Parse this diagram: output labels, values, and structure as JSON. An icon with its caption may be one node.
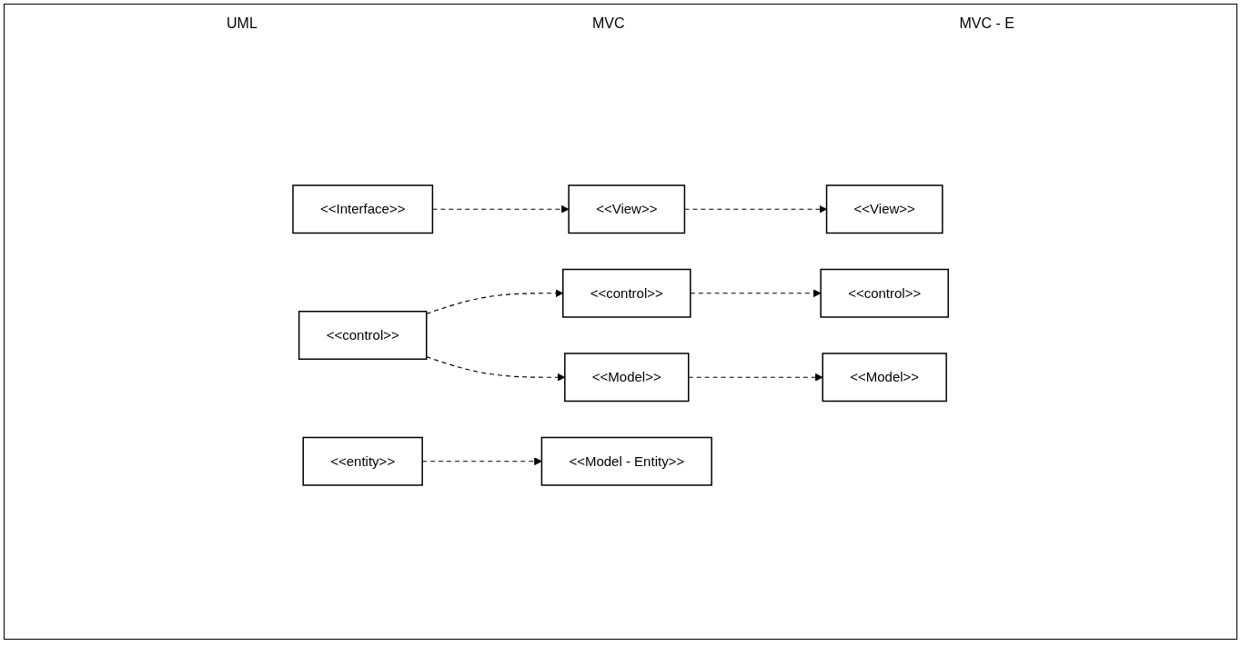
{
  "diagram": {
    "nodes": [
      {
        "text": [
          "<<Interface>>"
        ]
      },
      {
        "text": [
          "<<View>>"
        ]
      },
      {
        "text": [
          "<<View>>"
        ]
      },
      {
        "text": [
          "<<control>>"
        ]
      },
      {
        "text": [
          "<<control>>"
        ]
      },
      {
        "text": [
          "<<control>>"
        ]
      },
      {
        "text": [
          "<<Model>>"
        ]
      },
      {
        "text": [
          "<<Model>>"
        ]
      },
      {
        "text": [
          "<<entity>>"
        ]
      },
      {
        "text": [
          "<<Model - Entity>>"
        ]
      }
    ],
    "edges": [
      {
        "from": 0,
        "to": 1,
        "arrow": "to",
        "style": "dashed"
      },
      {
        "from": 1,
        "to": 2,
        "arrow": "to",
        "style": "dashed"
      },
      {
        "from": 3,
        "to": 4,
        "arrow": "to",
        "style": "dashed"
      },
      {
        "from": 4,
        "to": 5,
        "arrow": "to",
        "style": "dashed"
      },
      {
        "from": 3,
        "to": 6,
        "arrow": "to",
        "style": "dashed"
      },
      {
        "from": 6,
        "to": 7,
        "arrow": "to",
        "style": "dashed"
      },
      {
        "from": 8,
        "to": 9,
        "arrow": "to",
        "style": "dashed"
      }
    ],
    "labels": [
      "UML",
      "MVC",
      "MVC - E"
    ]
  }
}
